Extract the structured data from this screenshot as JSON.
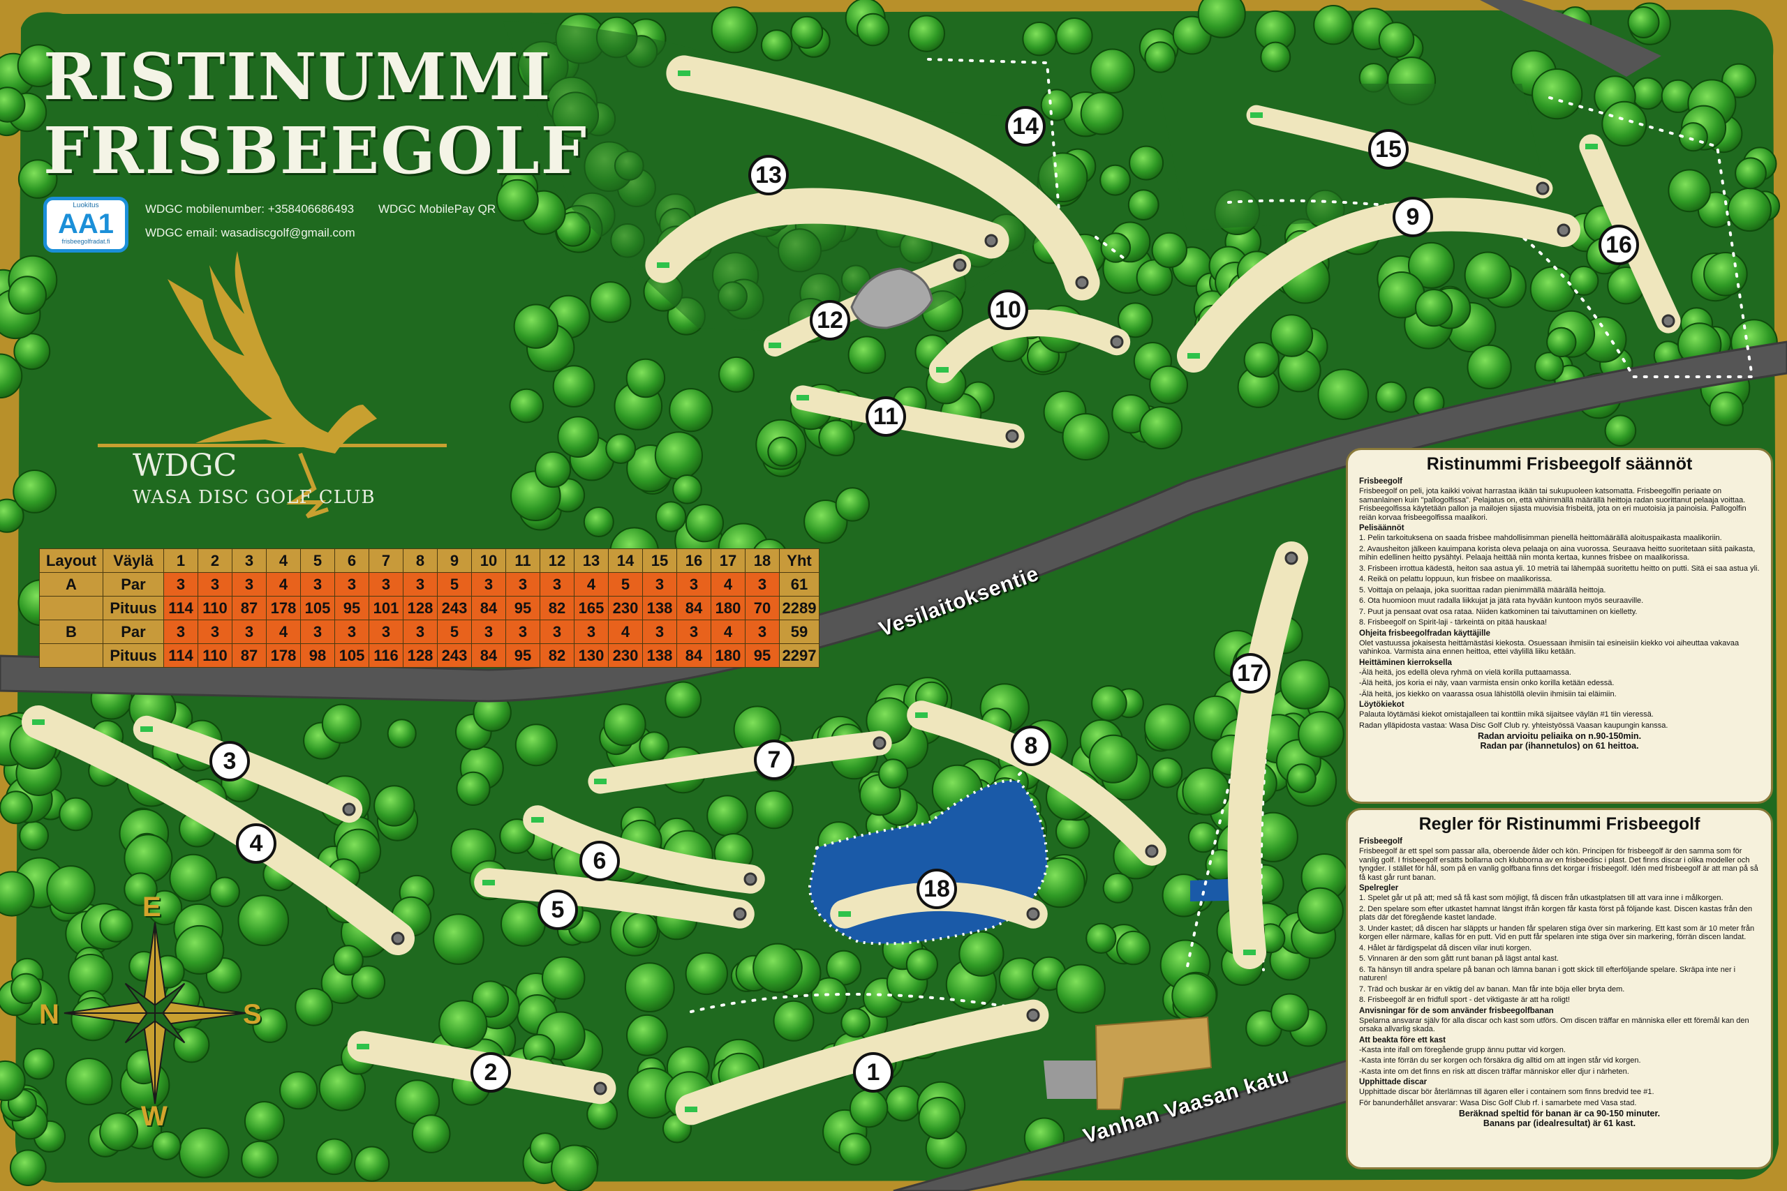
{
  "title": {
    "line1": "RISTINUMMI",
    "line2": "FRISBEEGOLF"
  },
  "badge": {
    "small": "Luokitus",
    "big": "AA1",
    "url": "frisbeegolfradat.fi"
  },
  "contact": {
    "mobile": "WDGC mobilenumber: +358406686493",
    "mobilepay": "WDGC MobilePay QR",
    "email": "WDGC email: wasadiscgolf@gmail.com"
  },
  "club": {
    "name": "WDGC",
    "full": "WASA DISC GOLF CLUB"
  },
  "compass": {
    "north": "N",
    "east": "E",
    "south": "S",
    "west": "W"
  },
  "roads": {
    "road1": "Vesilaitoksentie",
    "road2": "Vanhan Vaasan katu"
  },
  "holes": [
    "1",
    "2",
    "3",
    "4",
    "5",
    "6",
    "7",
    "8",
    "9",
    "10",
    "11",
    "12",
    "13",
    "14",
    "15",
    "16",
    "17",
    "18"
  ],
  "score_table": {
    "headers": [
      "Layout",
      "Väylä",
      "1",
      "2",
      "3",
      "4",
      "5",
      "6",
      "7",
      "8",
      "9",
      "10",
      "11",
      "12",
      "13",
      "14",
      "15",
      "16",
      "17",
      "18",
      "Yht"
    ],
    "rows": [
      {
        "layout": "A",
        "label": "Par",
        "values": [
          "3",
          "3",
          "3",
          "4",
          "3",
          "3",
          "3",
          "3",
          "5",
          "3",
          "3",
          "3",
          "4",
          "5",
          "3",
          "3",
          "4",
          "3"
        ],
        "total": "61"
      },
      {
        "layout": "",
        "label": "Pituus",
        "values": [
          "114",
          "110",
          "87",
          "178",
          "105",
          "95",
          "101",
          "128",
          "243",
          "84",
          "95",
          "82",
          "165",
          "230",
          "138",
          "84",
          "180",
          "70"
        ],
        "total": "2289"
      },
      {
        "layout": "B",
        "label": "Par",
        "values": [
          "3",
          "3",
          "3",
          "4",
          "3",
          "3",
          "3",
          "3",
          "5",
          "3",
          "3",
          "3",
          "3",
          "4",
          "3",
          "3",
          "4",
          "3"
        ],
        "total": "59"
      },
      {
        "layout": "",
        "label": "Pituus",
        "values": [
          "114",
          "110",
          "87",
          "178",
          "98",
          "105",
          "116",
          "128",
          "243",
          "84",
          "95",
          "82",
          "130",
          "230",
          "138",
          "84",
          "180",
          "95"
        ],
        "total": "2297"
      }
    ]
  },
  "rules_fi": {
    "title": "Ristinummi Frisbeegolf säännöt",
    "s1": "Frisbeegolf",
    "p1": "Frisbeegolf on peli, jota kaikki voivat harrastaa ikään tai sukupuoleen katsomatta. Frisbeegolfin periaate on samanlainen kuin \"pallogolfissa\". Pelajatus on, että vähimmällä määrällä heittoja radan suorittanut pelaaja voittaa. Frisbeegolfissa käytetään pallon ja mailojen sijasta muovisia frisbeitä, jota on eri muotoisia ja painoisia. Pallogolfin reiän korvaa frisbeegolfissa maalikori.",
    "s2": "Pelisäännöt",
    "r1": "1. Pelin tarkoituksena on saada frisbee mahdollisimman pienellä heittomäärällä aloituspaikasta maalikoriin.",
    "r2": "2. Avausheiton jälkeen kauimpana korista oleva pelaaja on aina vuorossa. Seuraava heitto suoritetaan siitä paikasta, mihin edellinen heitto pysähtyi. Pelaaja heittää niin monta kertaa, kunnes frisbee on maalikorissa.",
    "r3": "3. Frisbeen irrottua kädestä, heiton saa astua yli. 10 metriä tai lähempää suoritettu heitto on putti. Sitä ei saa astua yli.",
    "r4": "4. Reikä on pelattu loppuun, kun frisbee on maalikorissa.",
    "r5": "5. Voittaja on pelaaja, joka suorittaa radan pienimmällä määrällä heittoja.",
    "r6": "6. Ota huomioon muut radalla liikkujat ja jätä rata hyvään kuntoon myös seuraaville.",
    "r7": "7. Puut ja pensaat ovat osa rataa. Niiden katkominen tai taivuttaminen on kielletty.",
    "r8": "8. Frisbeegolf on Spirit-laji - tärkeintä on pitää hauskaa!",
    "s3": "Ohjeita frisbeegolfradan käyttäjille",
    "p2": "Olet vastuussa jokaisesta heittämästäsi kiekosta. Osuessaan ihmisiin tai esineisiin kiekko voi aiheuttaa vakavaa vahinkoa. Varmista aina ennen heittoa, ettei väylillä liiku ketään.",
    "s4": "Heittäminen kierroksella",
    "h1": "-Älä heitä, jos edellä oleva ryhmä on vielä korilla puttaamassa.",
    "h2": "-Älä heitä, jos koria ei näy, vaan varmista ensin onko korilla ketään edessä.",
    "h3": "-Älä heitä, jos kiekko on vaarassa osua lähistöllä oleviin ihmisiin tai eläimiin.",
    "s5": "Löytökiekot",
    "p3": "Palauta löytämäsi kiekot omistajalleen tai konttiin mikä sijaitsee väylän #1 tiin vieressä.",
    "p4": "Radan ylläpidosta vastaa: Wasa Disc Golf Club ry. yhteistyössä Vaasan kaupungin kanssa.",
    "f1": "Radan arvioitu peliaika on n.90-150min.",
    "f2": "Radan par (ihannetulos) on 61 heittoa."
  },
  "rules_sv": {
    "title": "Regler för Ristinummi Frisbeegolf",
    "s1": "Frisbeegolf",
    "p1": "Frisbeegolf är ett spel som passar alla, oberoende ålder och kön. Principen för frisbeegolf är den samma som för vanlig golf. I frisbeegolf ersätts bollarna och klubborna av en frisbeedisc i plast. Det finns discar i olika modeller och tyngder. I stället för hål, som på en vanlig golfbana finns det korgar i frisbeegolf. Idén med frisbeegolf är att man på så få kast går runt banan.",
    "s2": "Spelregler",
    "r1": "1. Spelet går ut på att; med så få kast som möjligt, få discen från utkastplatsen till att vara inne i målkorgen.",
    "r2": "2. Den spelare som efter utkastet hamnat längst ifrån korgen får kasta först på följande kast. Discen kastas från den plats där det föregående kastet landade.",
    "r3": "3. Under kastet; då discen har släppts ur handen får spelaren stiga över sin markering. Ett kast som är 10 meter från korgen eller närmare, kallas för en putt. Vid en putt får spelaren inte stiga över sin markering, förrän discen landat.",
    "r4": "4. Hålet är färdigspelat då discen vilar inuti korgen.",
    "r5": "5. Vinnaren är den som gått runt banan på lägst antal kast.",
    "r6": "6. Ta hänsyn till andra spelare på banan och lämna banan i gott skick till efterföljande spelare. Skräpa inte ner i naturen!",
    "r7": "7. Träd och buskar är en viktig del av banan. Man får inte böja eller bryta dem.",
    "r8": "8. Frisbeegolf är en fridfull sport - det viktigaste är att ha roligt!",
    "s3": "Anvisningar för de som använder frisbeegolfbanan",
    "p2": "Spelarna ansvarar själv för alla discar och kast som utförs. Om discen träffar en människa eller ett föremål kan den orsaka allvarlig skada.",
    "s4": "Att beakta före ett kast",
    "h1": "-Kasta inte ifall om föregående grupp ännu puttar vid korgen.",
    "h2": "-Kasta inte förrän du ser korgen och försäkra dig alltid om att ingen står vid korgen.",
    "h3": "-Kasta inte om det finns en risk att discen träffar människor eller djur i närheten.",
    "s5": "Upphittade discar",
    "p3": "Upphittade discar bör återlämnas till ägaren eller i containern som finns bredvid tee #1.",
    "p4": "För banunderhållet ansvarar: Wasa Disc Golf Club rf. i samarbete med Vasa stad.",
    "f1": "Beräknad speltid för banan är ca 90-150 minuter.",
    "f2": "Banans par (idealresultat) är 61 kast."
  },
  "colors": {
    "forest": "#1f6a1f",
    "border": "#b8902a",
    "fairway": "#efe6bd",
    "road": "#555555",
    "water": "#1a5aa8",
    "table_value": "#e8621c",
    "table_label": "#c89a3a",
    "eagle": "#c8a030"
  }
}
